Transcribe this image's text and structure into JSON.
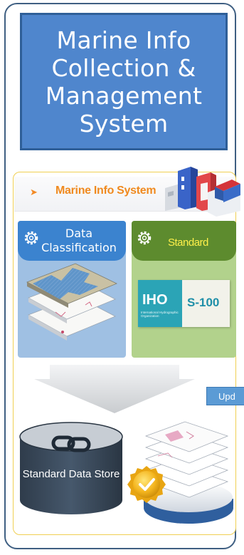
{
  "title": "Marine Info Collection & Management System",
  "header": {
    "label": "Marine Info System"
  },
  "panels": {
    "left": {
      "label": "Data Classification"
    },
    "right": {
      "label": "Standard"
    }
  },
  "standard_card": {
    "org_short": "IHO",
    "org_full": "International Hydrographic Organization",
    "standard_code": "S-100"
  },
  "update_label": "Upd",
  "store": {
    "label": "Standard Data Store"
  },
  "colors": {
    "title_blue": "#4f86cd",
    "frame_yellow": "#f0cf52",
    "accent_orange": "#f08a1f",
    "left_panel_blue": "#3b83cf",
    "right_panel_green": "#5d8b2e",
    "standard_yellow": "#fff04a",
    "store_dark": "#3a4a5c"
  },
  "icons": {
    "header": "city-buildings-icon",
    "panel": "gear-icon",
    "store": "link-icon",
    "certified": "gold-seal-check-icon"
  }
}
